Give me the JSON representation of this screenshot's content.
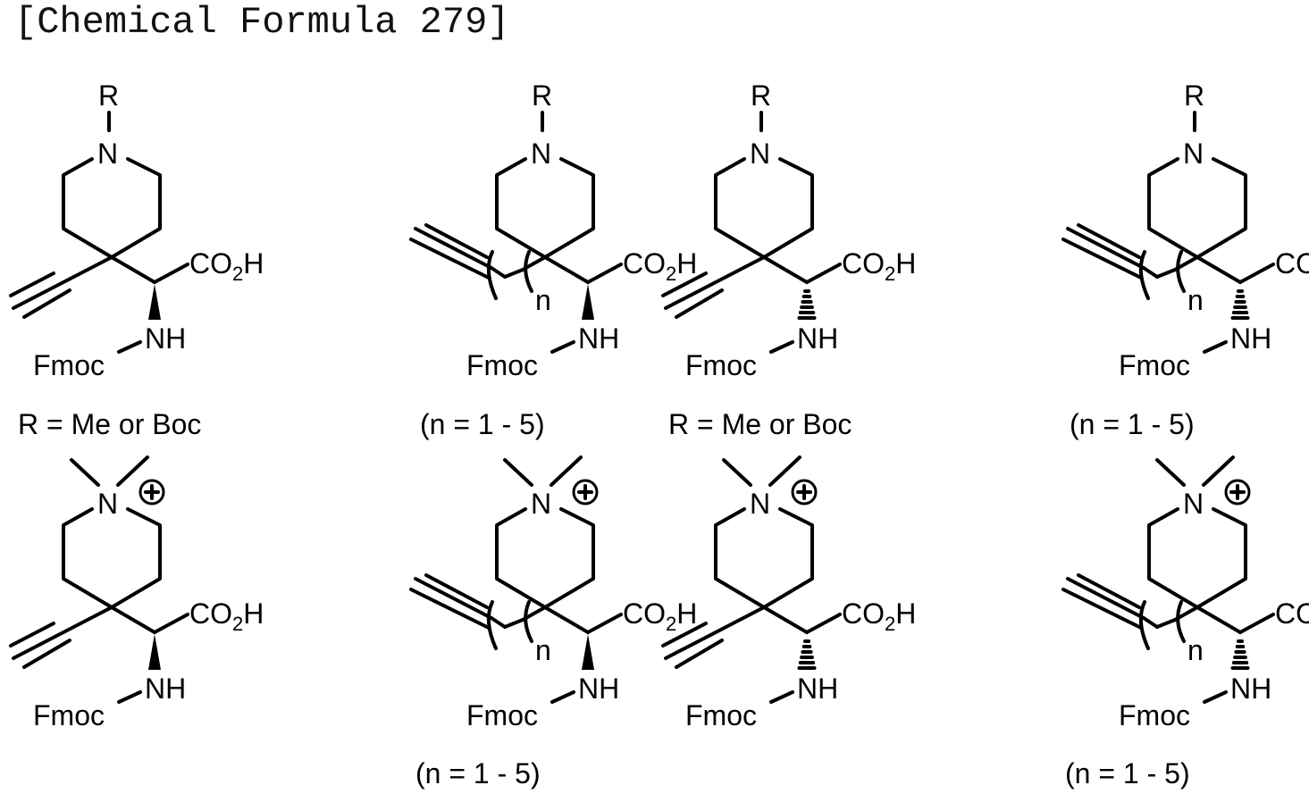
{
  "header": {
    "title": "[Chemical Formula 279]"
  },
  "labels": {
    "R": "R",
    "N": "N",
    "CO2H_main": "CO",
    "CO2H_sub": "2",
    "CO2H_H": "H",
    "NH": "NH",
    "Fmoc": "Fmoc",
    "n": "n",
    "plus": "+"
  },
  "molecules": [
    {
      "id": "m1",
      "row": 1,
      "col": 1,
      "n_group": "R",
      "chain": "none",
      "stereo": "wedge",
      "caption": "R = Me or Boc"
    },
    {
      "id": "m2",
      "row": 1,
      "col": 2,
      "n_group": "R",
      "chain": "n",
      "stereo": "wedge",
      "caption": "(n = 1 - 5)"
    },
    {
      "id": "m3",
      "row": 1,
      "col": 3,
      "n_group": "R",
      "chain": "none",
      "stereo": "hash",
      "caption": "R = Me or Boc"
    },
    {
      "id": "m4",
      "row": 1,
      "col": 4,
      "n_group": "R",
      "chain": "n",
      "stereo": "hash",
      "caption": "(n = 1 - 5)"
    },
    {
      "id": "m5",
      "row": 2,
      "col": 1,
      "n_group": "NMe2+",
      "chain": "none",
      "stereo": "wedge",
      "caption": ""
    },
    {
      "id": "m6",
      "row": 2,
      "col": 2,
      "n_group": "NMe2+",
      "chain": "n",
      "stereo": "wedge",
      "caption": "(n = 1 - 5)"
    },
    {
      "id": "m7",
      "row": 2,
      "col": 3,
      "n_group": "NMe2+",
      "chain": "none",
      "stereo": "hash",
      "caption": ""
    },
    {
      "id": "m8",
      "row": 2,
      "col": 4,
      "n_group": "NMe2+",
      "chain": "n",
      "stereo": "hash",
      "caption": "(n = 1 - 5)"
    }
  ],
  "captions": {
    "m1": "R = Me or Boc",
    "m2": "(n = 1 - 5)",
    "m3": "R = Me or Boc",
    "m4": "(n = 1 - 5)",
    "m6": "(n = 1 - 5)",
    "m8": "(n = 1 - 5)"
  }
}
